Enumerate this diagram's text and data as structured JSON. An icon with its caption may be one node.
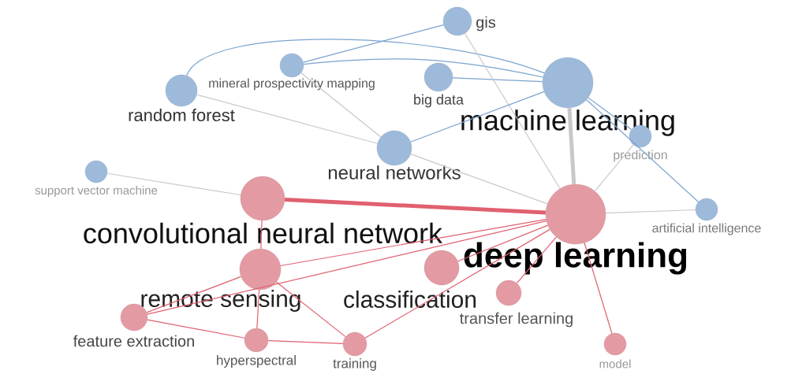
{
  "diagram": {
    "nodes": [
      {
        "text": [
          "gis"
        ]
      },
      {
        "text": [
          "mineral prospectivity mapping"
        ]
      },
      {
        "text": [
          "random forest"
        ]
      },
      {
        "text": [
          "big data"
        ]
      },
      {
        "text": [
          "machine learning"
        ]
      },
      {
        "text": [
          "prediction"
        ]
      },
      {
        "text": [
          "neural networks"
        ]
      },
      {
        "text": [
          "support vector machine"
        ]
      },
      {
        "text": [
          "convolutional neural network"
        ]
      },
      {
        "text": [
          "deep learning"
        ]
      },
      {
        "text": [
          "artificial intelligence"
        ]
      },
      {
        "text": [
          "remote sensing"
        ]
      },
      {
        "text": [
          "classification"
        ]
      },
      {
        "text": [
          "transfer learning"
        ]
      },
      {
        "text": [
          "feature extraction"
        ]
      },
      {
        "text": [
          "hyperspectral"
        ]
      },
      {
        "text": [
          "training"
        ]
      },
      {
        "text": [
          "model"
        ]
      }
    ],
    "edges": [
      {
        "from": 4,
        "to": 9,
        "arrow": "none",
        "style": "thick",
        "color": "#c8c8c8"
      },
      {
        "from": 8,
        "to": 9,
        "arrow": "none",
        "style": "thick"
      },
      {
        "from": 11,
        "to": 9,
        "arrow": "none"
      },
      {
        "from": 12,
        "to": 9,
        "arrow": "none"
      },
      {
        "from": 13,
        "to": 9,
        "arrow": "none"
      },
      {
        "from": 9,
        "to": 17,
        "arrow": "none"
      },
      {
        "from": 10,
        "to": 9,
        "arrow": "none",
        "color": "#c8c8c8"
      },
      {
        "from": 4,
        "to": 10,
        "arrow": "none",
        "color": "#7aa3cf"
      },
      {
        "from": 1,
        "to": 4,
        "arrow": "none",
        "color": "#7aa3cf"
      },
      {
        "from": 2,
        "to": 4,
        "arrow": "none",
        "color": "#7aa3cf"
      },
      {
        "from": 3,
        "to": 4,
        "arrow": "none",
        "color": "#7aa3cf"
      },
      {
        "from": 0,
        "to": 9,
        "arrow": "none",
        "color": "#c8c8c8"
      },
      {
        "from": 1,
        "to": 0,
        "arrow": "none",
        "color": "#7aa3cf"
      },
      {
        "from": 6,
        "to": 4,
        "arrow": "none",
        "color": "#7aa3cf"
      },
      {
        "from": 6,
        "to": 9,
        "arrow": "none",
        "color": "#c8c8c8"
      },
      {
        "from": 2,
        "to": 6,
        "arrow": "none",
        "color": "#c8c8c8"
      },
      {
        "from": 7,
        "to": 8,
        "arrow": "none",
        "color": "#c8c8c8"
      },
      {
        "from": 14,
        "to": 11,
        "arrow": "none"
      },
      {
        "from": 14,
        "to": 15,
        "arrow": "none"
      },
      {
        "from": 15,
        "to": 16,
        "arrow": "none"
      },
      {
        "from": 14,
        "to": 9,
        "arrow": "none"
      },
      {
        "from": 11,
        "to": 16,
        "arrow": "none"
      },
      {
        "from": 16,
        "to": 9,
        "arrow": "none"
      },
      {
        "from": 15,
        "to": 11,
        "arrow": "none"
      },
      {
        "from": 8,
        "to": 11,
        "arrow": "none"
      },
      {
        "from": 5,
        "to": 9,
        "arrow": "none",
        "color": "#c8c8c8"
      },
      {
        "from": 4,
        "to": 5,
        "arrow": "none",
        "color": "#7aa3cf"
      },
      {
        "from": 1,
        "to": 6,
        "arrow": "none",
        "color": "#c8c8c8"
      }
    ]
  }
}
